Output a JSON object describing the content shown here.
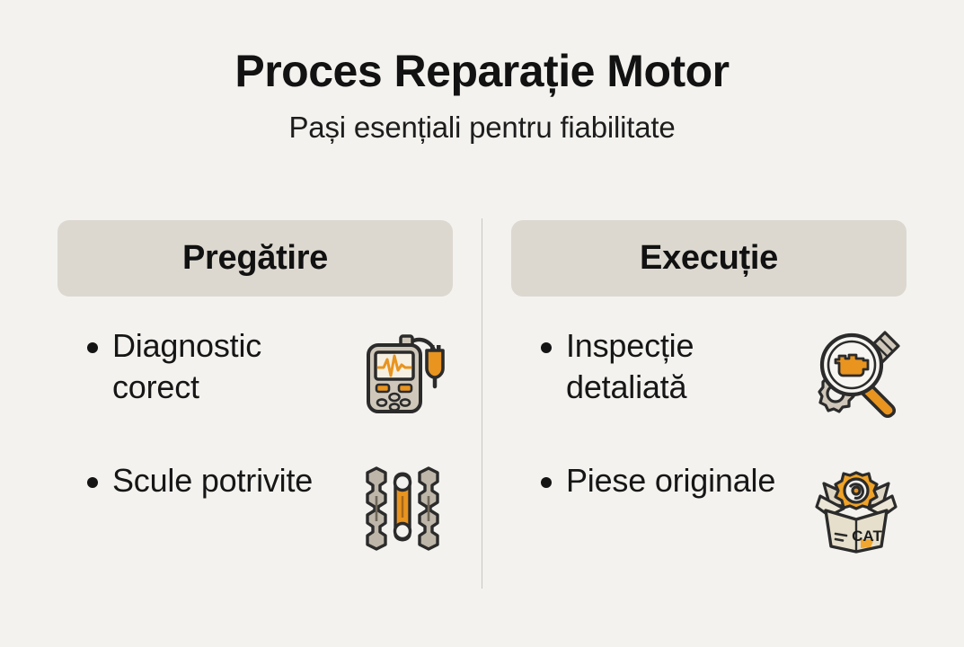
{
  "document": {
    "title": "Proces Reparație Motor",
    "subtitle": "Pași esențiali pentru fiabilitate"
  },
  "theme": {
    "background": "#f3f2ee",
    "header_box": "#dcd8d0",
    "text": "#161616",
    "accent_orange": "#e8941f",
    "metal_gray": "#b9b2a6",
    "outline": "#2b2b2b",
    "divider": "#c9c7c0"
  },
  "columns": [
    {
      "id": "pregatire",
      "header": "Pregătire",
      "items": [
        {
          "label": "Diagnostic corect",
          "icon": "diagnostic-scanner-icon"
        },
        {
          "label": "Scule potrivite",
          "icon": "wrenches-icon"
        }
      ]
    },
    {
      "id": "executie",
      "header": "Execuție",
      "items": [
        {
          "label": "Inspecție detaliată",
          "icon": "magnifier-engine-icon"
        },
        {
          "label": "Piese originale",
          "icon": "parts-box-icon"
        }
      ]
    }
  ],
  "icon_labels": {
    "parts_box_text": "CAT"
  }
}
